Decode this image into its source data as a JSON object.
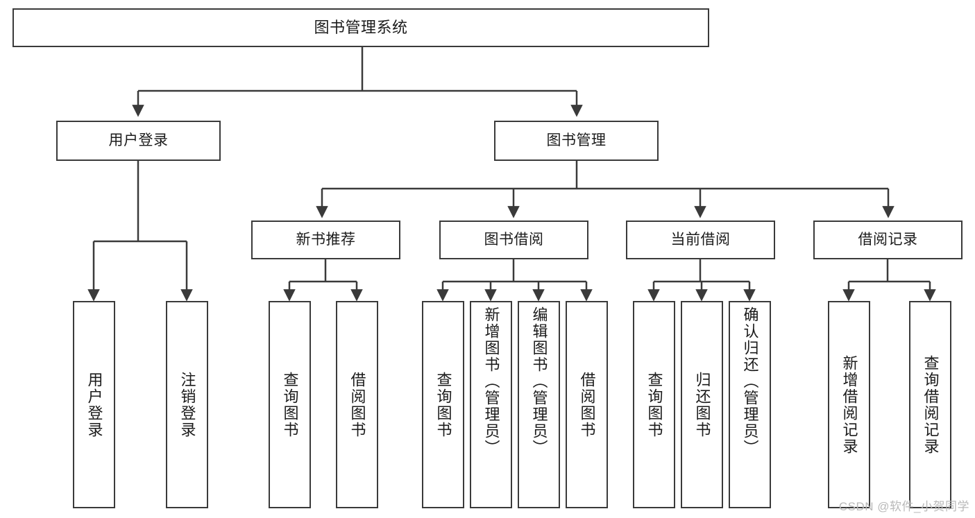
{
  "diagram": {
    "title": "图书管理系统",
    "type": "tree",
    "watermark": "CSDN @软件_小贺同学",
    "colors": {
      "stroke": "#3a3a3a",
      "fill": "#ffffff",
      "text": "#1b1b1b",
      "watermark": "#b9b9b9"
    },
    "nodes": {
      "root": {
        "label": "图书管理系统"
      },
      "level2": [
        {
          "id": "user-login",
          "label": "用户登录"
        },
        {
          "id": "book-manage",
          "label": "图书管理"
        }
      ],
      "level3": [
        {
          "id": "new-book-recommend",
          "label": "新书推荐"
        },
        {
          "id": "book-borrow",
          "label": "图书借阅"
        },
        {
          "id": "current-borrow",
          "label": "当前借阅"
        },
        {
          "id": "borrow-record",
          "label": "借阅记录"
        }
      ],
      "leaves": {
        "user-login": [
          {
            "id": "leaf-user-login",
            "label": "用户登录"
          },
          {
            "id": "leaf-logout",
            "label": "注销登录"
          }
        ],
        "new-book-recommend": [
          {
            "id": "leaf-query-book-1",
            "label": "查询图书"
          },
          {
            "id": "leaf-borrow-book-1",
            "label": "借阅图书"
          }
        ],
        "book-borrow": [
          {
            "id": "leaf-query-book-2",
            "label": "查询图书"
          },
          {
            "id": "leaf-add-book",
            "label": "新增图书（管理员）"
          },
          {
            "id": "leaf-edit-book",
            "label": "编辑图书（管理员）"
          },
          {
            "id": "leaf-borrow-book-2",
            "label": "借阅图书"
          }
        ],
        "current-borrow": [
          {
            "id": "leaf-query-book-3",
            "label": "查询图书"
          },
          {
            "id": "leaf-return-book",
            "label": "归还图书"
          },
          {
            "id": "leaf-confirm-return",
            "label": "确认归还（管理员）"
          }
        ],
        "borrow-record": [
          {
            "id": "leaf-add-record",
            "label": "新增借阅记录"
          },
          {
            "id": "leaf-query-record",
            "label": "查询借阅记录"
          }
        ]
      }
    }
  }
}
